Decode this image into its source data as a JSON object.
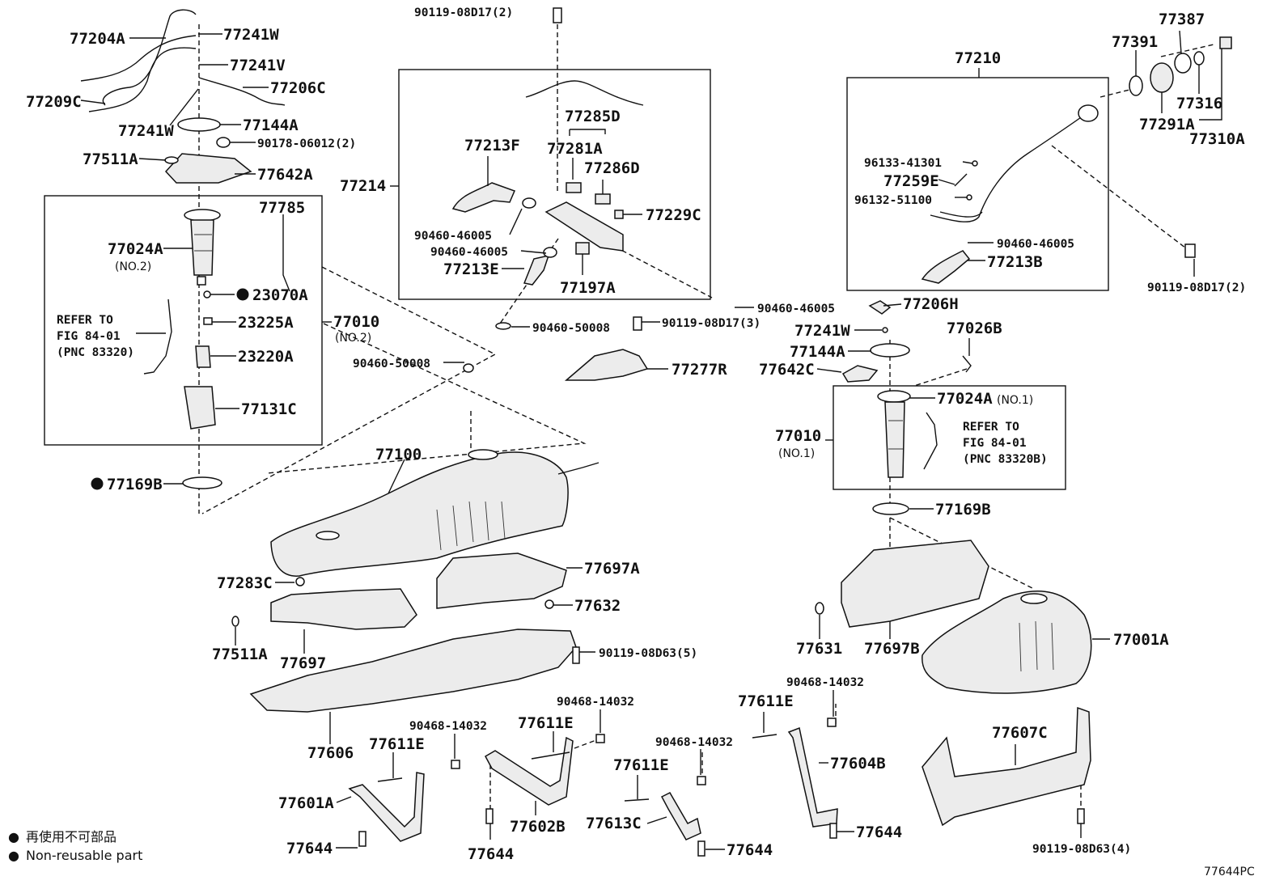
{
  "diagram_code": "77644PC",
  "legend": {
    "jp": "再使用不可部品",
    "en": "Non-reusable part",
    "bullet": "●"
  },
  "labels": {
    "p77204A": "77204A",
    "p77241W_a": "77241W",
    "p77241V": "77241V",
    "p77206C": "77206C",
    "p77209C": "77209C",
    "p77241W_b": "77241W",
    "p77144A_a": "77144A",
    "p90178": "90178-06012(2)",
    "p77511A_a": "77511A",
    "p77642A": "77642A",
    "p77785": "77785",
    "p77024A_a": "77024A",
    "p77024A_a_sub": "(NO.2)",
    "p23070A": "23070A",
    "p23225A": "23225A",
    "p23220A": "23220A",
    "p77010_a": "77010",
    "p77010_a_sub": "(NO.2)",
    "p77131C": "77131C",
    "p77169B_a": "77169B",
    "ref1_l1": "REFER TO",
    "ref1_l2": "FIG 84-01",
    "ref1_l3": "(PNC 83320)",
    "p90119_top": "90119-08D17(2)",
    "p77214": "77214",
    "p77285D": "77285D",
    "p77213F": "77213F",
    "p77281A": "77281A",
    "p77286D": "77286D",
    "p77229C": "77229C",
    "p90460_46005_a": "90460-46005",
    "p90460_46005_b": "90460-46005",
    "p77213E": "77213E",
    "p77197A": "77197A",
    "p90460_50008_a": "90460-50008",
    "p90119_3": "90119-08D17(3)",
    "p90460_50008_b": "90460-50008",
    "p77277R": "77277R",
    "p77100": "77100",
    "p77210": "77210",
    "p77391": "77391",
    "p77387": "77387",
    "p77316": "77316",
    "p77291A": "77291A",
    "p77310A": "77310A",
    "p96133": "96133-41301",
    "p77259E": "77259E",
    "p96132": "96132-51100",
    "p90460_46005_c": "90460-46005",
    "p77213B": "77213B",
    "p90119_r2": "90119-08D17(2)",
    "p90460_46005_d": "90460-46005",
    "p77206H": "77206H",
    "p77241W_c": "77241W",
    "p77026B": "77026B",
    "p77144A_b": "77144A",
    "p77642C": "77642C",
    "p77024A_b": "77024A",
    "p77024A_b_sub": "(NO.1)",
    "p77010_b": "77010",
    "p77010_b_sub": "(NO.1)",
    "ref2_l1": "REFER TO",
    "ref2_l2": "FIG 84-01",
    "ref2_l3": "(PNC 83320B)",
    "p77169B_b": "77169B",
    "p77283C": "77283C",
    "p77697A": "77697A",
    "p77632": "77632",
    "p77511A_b": "77511A",
    "p77697": "77697",
    "p90119_08D63_5": "90119-08D63(5)",
    "p77631": "77631",
    "p77697B": "77697B",
    "p77001A": "77001A",
    "p77606": "77606",
    "p90468_a": "90468-14032",
    "p77611E_a": "77611E",
    "p90468_b": "90468-14032",
    "p77611E_b": "77611E",
    "p90468_c": "90468-14032",
    "p77611E_c": "77611E",
    "p90468_d": "90468-14032",
    "p77611E_d": "77611E",
    "p77604B": "77604B",
    "p77607C": "77607C",
    "p77601A": "77601A",
    "p77602B": "77602B",
    "p77613C": "77613C",
    "p77644_a": "77644",
    "p77644_b": "77644",
    "p77644_c": "77644",
    "p77644_d": "77644",
    "p90119_08D63_4": "90119-08D63(4)"
  }
}
